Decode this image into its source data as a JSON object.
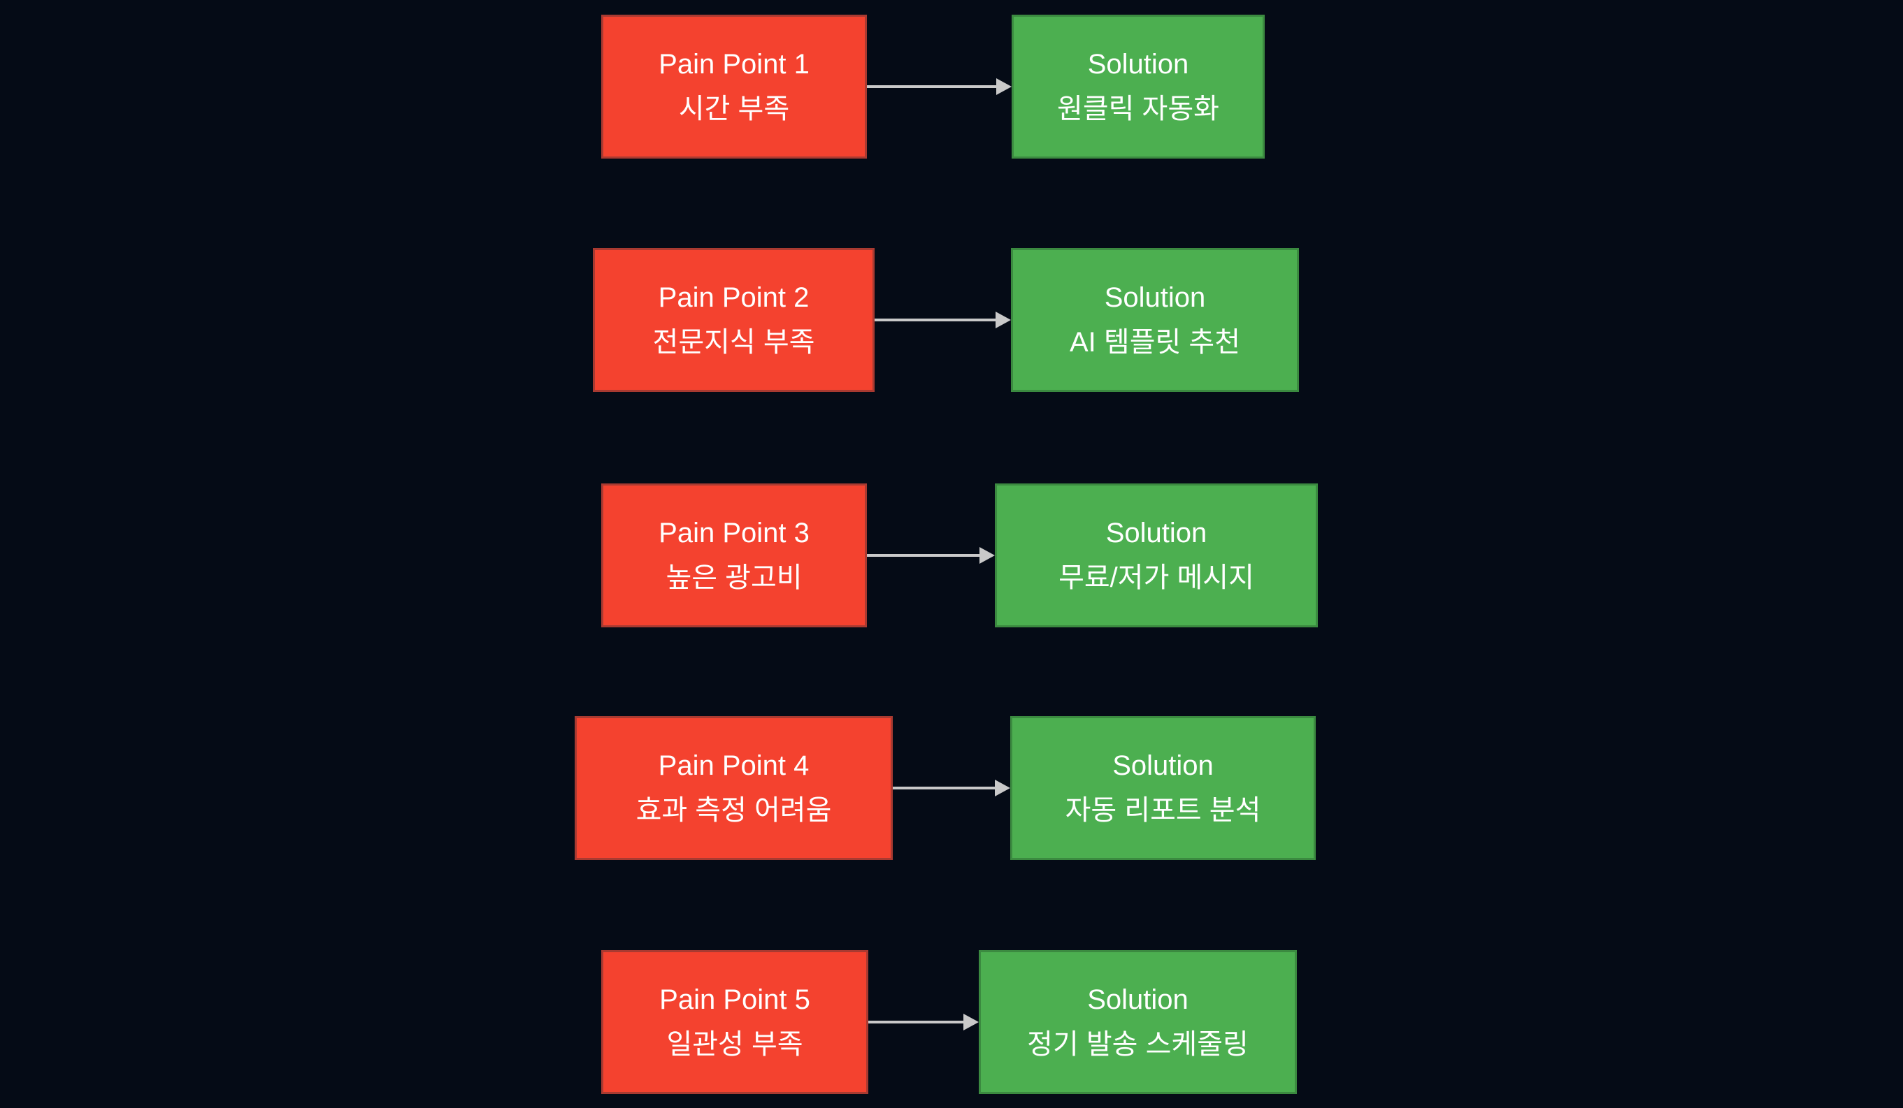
{
  "diagram": {
    "colors": {
      "bg": "#050b16",
      "pain_fill": "#f4422f",
      "pain_border": "#a93a31",
      "solution_fill": "#4caf50",
      "solution_border": "#3b8a40",
      "arrow": "#c9c9c9",
      "text": "#ffffff"
    },
    "rows": [
      {
        "pain_title": "Pain Point 1",
        "pain_subtitle": "시간 부족",
        "solution_title": "Solution",
        "solution_subtitle": "원클릭 자동화"
      },
      {
        "pain_title": "Pain Point 2",
        "pain_subtitle": "전문지식 부족",
        "solution_title": "Solution",
        "solution_subtitle": "AI 템플릿 추천"
      },
      {
        "pain_title": "Pain Point 3",
        "pain_subtitle": "높은 광고비",
        "solution_title": "Solution",
        "solution_subtitle": "무료/저가 메시지"
      },
      {
        "pain_title": "Pain Point 4",
        "pain_subtitle": "효과 측정 어려움",
        "solution_title": "Solution",
        "solution_subtitle": "자동 리포트 분석"
      },
      {
        "pain_title": "Pain Point 5",
        "pain_subtitle": "일관성 부족",
        "solution_title": "Solution",
        "solution_subtitle": "정기 발송 스케줄링"
      }
    ]
  }
}
